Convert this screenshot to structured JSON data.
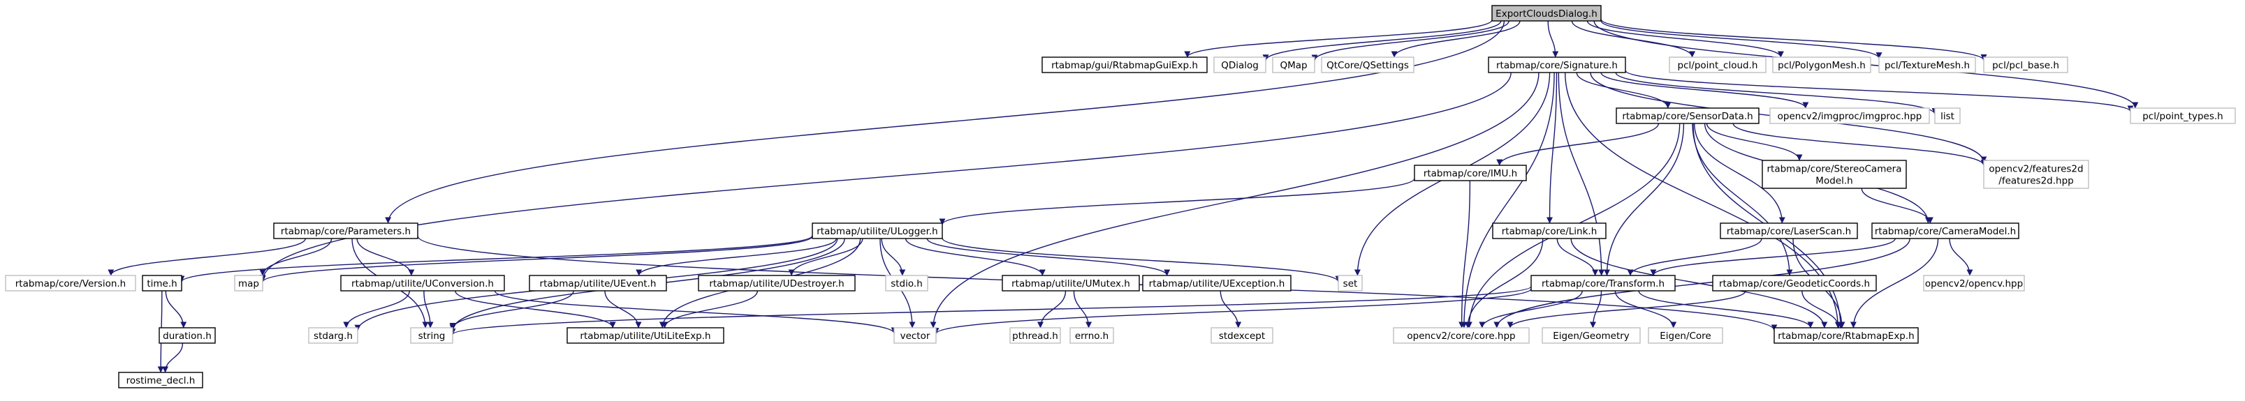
{
  "colors": {
    "root_fill": "#bfbfbf",
    "node_border": "#000000",
    "external_border": "#bfbfbf",
    "text": "#000000",
    "external_text": "#000000",
    "edge": "#191970"
  },
  "nodes": {
    "root": {
      "label": "ExportCloudsDialog.h",
      "kind": "root"
    },
    "guiexp": {
      "label": "rtabmap/gui/RtabmapGuiExp.h",
      "kind": "file"
    },
    "qdialog": {
      "label": "QDialog",
      "kind": "external"
    },
    "qmap": {
      "label": "QMap",
      "kind": "external"
    },
    "qsettings": {
      "label": "QtCore/QSettings",
      "kind": "external"
    },
    "signature": {
      "label": "rtabmap/core/Signature.h",
      "kind": "file"
    },
    "pointcloud": {
      "label": "pcl/point_cloud.h",
      "kind": "external"
    },
    "polygonmesh": {
      "label": "pcl/PolygonMesh.h",
      "kind": "external"
    },
    "texturemesh": {
      "label": "pcl/TextureMesh.h",
      "kind": "external"
    },
    "pclbase": {
      "label": "pcl/pcl_base.h",
      "kind": "external"
    },
    "sensordata": {
      "label": "rtabmap/core/SensorData.h",
      "kind": "file"
    },
    "imgproc": {
      "label": "opencv2/imgproc/imgproc.hpp",
      "kind": "external"
    },
    "list": {
      "label": "list",
      "kind": "external"
    },
    "pointtypes": {
      "label": "pcl/point_types.h",
      "kind": "external"
    },
    "features2d": {
      "label": [
        "opencv2/features2d",
        "/features2d.hpp"
      ],
      "kind": "external"
    },
    "imu": {
      "label": "rtabmap/core/IMU.h",
      "kind": "file"
    },
    "stereo": {
      "label": [
        "rtabmap/core/StereoCamera",
        "Model.h"
      ],
      "kind": "file"
    },
    "parameters": {
      "label": "rtabmap/core/Parameters.h",
      "kind": "file"
    },
    "ulogger": {
      "label": "rtabmap/utilite/ULogger.h",
      "kind": "file"
    },
    "link": {
      "label": "rtabmap/core/Link.h",
      "kind": "file"
    },
    "laserscan": {
      "label": "rtabmap/core/LaserScan.h",
      "kind": "file"
    },
    "cameramodel": {
      "label": "rtabmap/core/CameraModel.h",
      "kind": "file"
    },
    "version": {
      "label": "rtabmap/core/Version.h",
      "kind": "external"
    },
    "time": {
      "label": "time.h",
      "kind": "file"
    },
    "map": {
      "label": "map",
      "kind": "external"
    },
    "uconversion": {
      "label": "rtabmap/utilite/UConversion.h",
      "kind": "file"
    },
    "uevent": {
      "label": "rtabmap/utilite/UEvent.h",
      "kind": "file"
    },
    "udestroyer": {
      "label": "rtabmap/utilite/UDestroyer.h",
      "kind": "file"
    },
    "stdio": {
      "label": "stdio.h",
      "kind": "external"
    },
    "umutex": {
      "label": "rtabmap/utilite/UMutex.h",
      "kind": "file"
    },
    "uexception": {
      "label": "rtabmap/utilite/UException.h",
      "kind": "file"
    },
    "set": {
      "label": "set",
      "kind": "external"
    },
    "transform": {
      "label": "rtabmap/core/Transform.h",
      "kind": "file"
    },
    "geodetic": {
      "label": "rtabmap/core/GeodeticCoords.h",
      "kind": "file"
    },
    "opencvhpp": {
      "label": "opencv2/opencv.hpp",
      "kind": "external"
    },
    "duration": {
      "label": "duration.h",
      "kind": "file"
    },
    "stdarg": {
      "label": "stdarg.h",
      "kind": "external"
    },
    "string": {
      "label": "string",
      "kind": "external"
    },
    "uliteexp": {
      "label": "rtabmap/utilite/UtiLiteExp.h",
      "kind": "file"
    },
    "vector": {
      "label": "vector",
      "kind": "external"
    },
    "pthread": {
      "label": "pthread.h",
      "kind": "external"
    },
    "errno": {
      "label": "errno.h",
      "kind": "external"
    },
    "stdexcept": {
      "label": "stdexcept",
      "kind": "external"
    },
    "corehpp": {
      "label": "opencv2/core/core.hpp",
      "kind": "external"
    },
    "eigengeom": {
      "label": "Eigen/Geometry",
      "kind": "external"
    },
    "eigencore": {
      "label": "Eigen/Core",
      "kind": "external"
    },
    "rtabmapexp": {
      "label": "rtabmap/core/RtabmapExp.h",
      "kind": "file"
    },
    "rostime": {
      "label": "rostime_decl.h",
      "kind": "file"
    }
  },
  "edges": [
    [
      "root",
      "guiexp"
    ],
    [
      "root",
      "qdialog"
    ],
    [
      "root",
      "qmap"
    ],
    [
      "root",
      "qsettings"
    ],
    [
      "root",
      "signature"
    ],
    [
      "root",
      "pointcloud"
    ],
    [
      "root",
      "polygonmesh"
    ],
    [
      "root",
      "texturemesh"
    ],
    [
      "root",
      "pclbase"
    ],
    [
      "root",
      "parameters"
    ],
    [
      "root",
      "pointtypes"
    ],
    [
      "signature",
      "sensordata"
    ],
    [
      "signature",
      "imgproc"
    ],
    [
      "signature",
      "list"
    ],
    [
      "signature",
      "pointtypes"
    ],
    [
      "signature",
      "features2d"
    ],
    [
      "signature",
      "link"
    ],
    [
      "signature",
      "transform"
    ],
    [
      "signature",
      "set"
    ],
    [
      "signature",
      "vector"
    ],
    [
      "signature",
      "map"
    ],
    [
      "signature",
      "corehpp"
    ],
    [
      "signature",
      "rtabmapexp"
    ],
    [
      "sensordata",
      "imu"
    ],
    [
      "sensordata",
      "stereo"
    ],
    [
      "sensordata",
      "features2d"
    ],
    [
      "sensordata",
      "laserscan"
    ],
    [
      "sensordata",
      "cameramodel"
    ],
    [
      "sensordata",
      "transform"
    ],
    [
      "sensordata",
      "geodetic"
    ],
    [
      "sensordata",
      "corehpp"
    ],
    [
      "sensordata",
      "rtabmapexp"
    ],
    [
      "imu",
      "ulogger"
    ],
    [
      "imu",
      "corehpp"
    ],
    [
      "stereo",
      "cameramodel"
    ],
    [
      "parameters",
      "version"
    ],
    [
      "parameters",
      "map"
    ],
    [
      "parameters",
      "uconversion"
    ],
    [
      "parameters",
      "string"
    ],
    [
      "parameters",
      "rtabmapexp"
    ],
    [
      "ulogger",
      "time"
    ],
    [
      "ulogger",
      "map"
    ],
    [
      "ulogger",
      "uevent"
    ],
    [
      "ulogger",
      "udestroyer"
    ],
    [
      "ulogger",
      "stdio"
    ],
    [
      "ulogger",
      "umutex"
    ],
    [
      "ulogger",
      "uexception"
    ],
    [
      "ulogger",
      "set"
    ],
    [
      "ulogger",
      "stdarg"
    ],
    [
      "ulogger",
      "string"
    ],
    [
      "ulogger",
      "vector"
    ],
    [
      "ulogger",
      "uliteexp"
    ],
    [
      "link",
      "transform"
    ],
    [
      "link",
      "corehpp"
    ],
    [
      "link",
      "rtabmapexp"
    ],
    [
      "laserscan",
      "transform"
    ],
    [
      "laserscan",
      "rtabmapexp"
    ],
    [
      "cameramodel",
      "transform"
    ],
    [
      "cameramodel",
      "opencvhpp"
    ],
    [
      "cameramodel",
      "corehpp"
    ],
    [
      "cameramodel",
      "rtabmapexp"
    ],
    [
      "time",
      "duration"
    ],
    [
      "time",
      "rostime"
    ],
    [
      "duration",
      "rostime"
    ],
    [
      "uconversion",
      "stdarg"
    ],
    [
      "uconversion",
      "string"
    ],
    [
      "uconversion",
      "uliteexp"
    ],
    [
      "uconversion",
      "vector"
    ],
    [
      "uevent",
      "string"
    ],
    [
      "uevent",
      "uliteexp"
    ],
    [
      "udestroyer",
      "uliteexp"
    ],
    [
      "umutex",
      "pthread"
    ],
    [
      "umutex",
      "errno"
    ],
    [
      "uexception",
      "stdexcept"
    ],
    [
      "transform",
      "string"
    ],
    [
      "transform",
      "vector"
    ],
    [
      "transform",
      "corehpp"
    ],
    [
      "transform",
      "eigengeom"
    ],
    [
      "transform",
      "eigencore"
    ],
    [
      "transform",
      "rtabmapexp"
    ],
    [
      "geodetic",
      "corehpp"
    ],
    [
      "geodetic",
      "rtabmapexp"
    ]
  ]
}
